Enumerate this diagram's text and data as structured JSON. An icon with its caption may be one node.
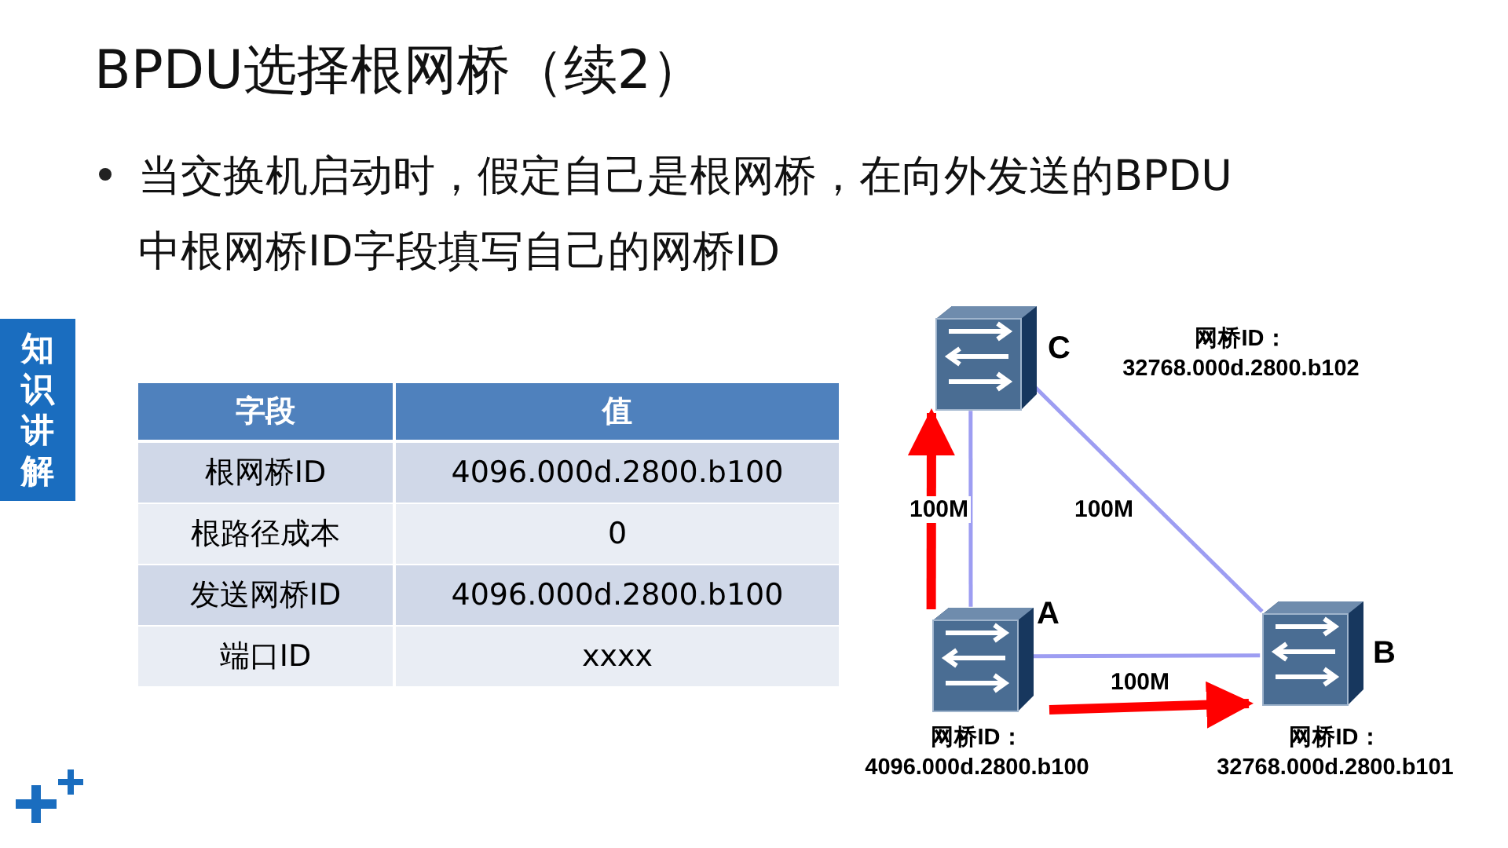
{
  "diagram": {
    "title": "BPDU选择根网桥（续2）",
    "nodes": [
      {
        "text": [
          "C"
        ],
        "beside": [
          "网桥ID： 32768.000d.2800.b102"
        ]
      },
      {
        "text": [
          "A"
        ],
        "beside": [
          "网桥ID： 4096.000d.2800.b100"
        ]
      },
      {
        "text": [
          "B"
        ],
        "beside": [
          "网桥ID： 32768.000d.2800.b101"
        ]
      }
    ],
    "edges": [
      {
        "from": 0,
        "to": 1,
        "arrow": "none",
        "label": "100M"
      },
      {
        "from": 0,
        "to": 2,
        "arrow": "none",
        "label": "100M"
      },
      {
        "from": 1,
        "to": 2,
        "arrow": "none",
        "label": "100M"
      },
      {
        "from": 1,
        "to": 0,
        "arrow": "to",
        "style": "thick",
        "color": "#ff0000"
      },
      {
        "from": 1,
        "to": 2,
        "arrow": "to",
        "style": "thick",
        "color": "#ff0000"
      }
    ],
    "labels": [
      "当交换机启动时，假定自己是根网桥，在向外发送的BPDU中根网桥ID字段填写自己的网桥ID",
      "知识讲解",
      "字段",
      "值",
      "根网桥ID",
      "4096.000d.2800.b100",
      "根路径成本",
      "0",
      "发送网桥ID",
      "4096.000d.2800.b100",
      "端口ID",
      "xxxx"
    ]
  }
}
